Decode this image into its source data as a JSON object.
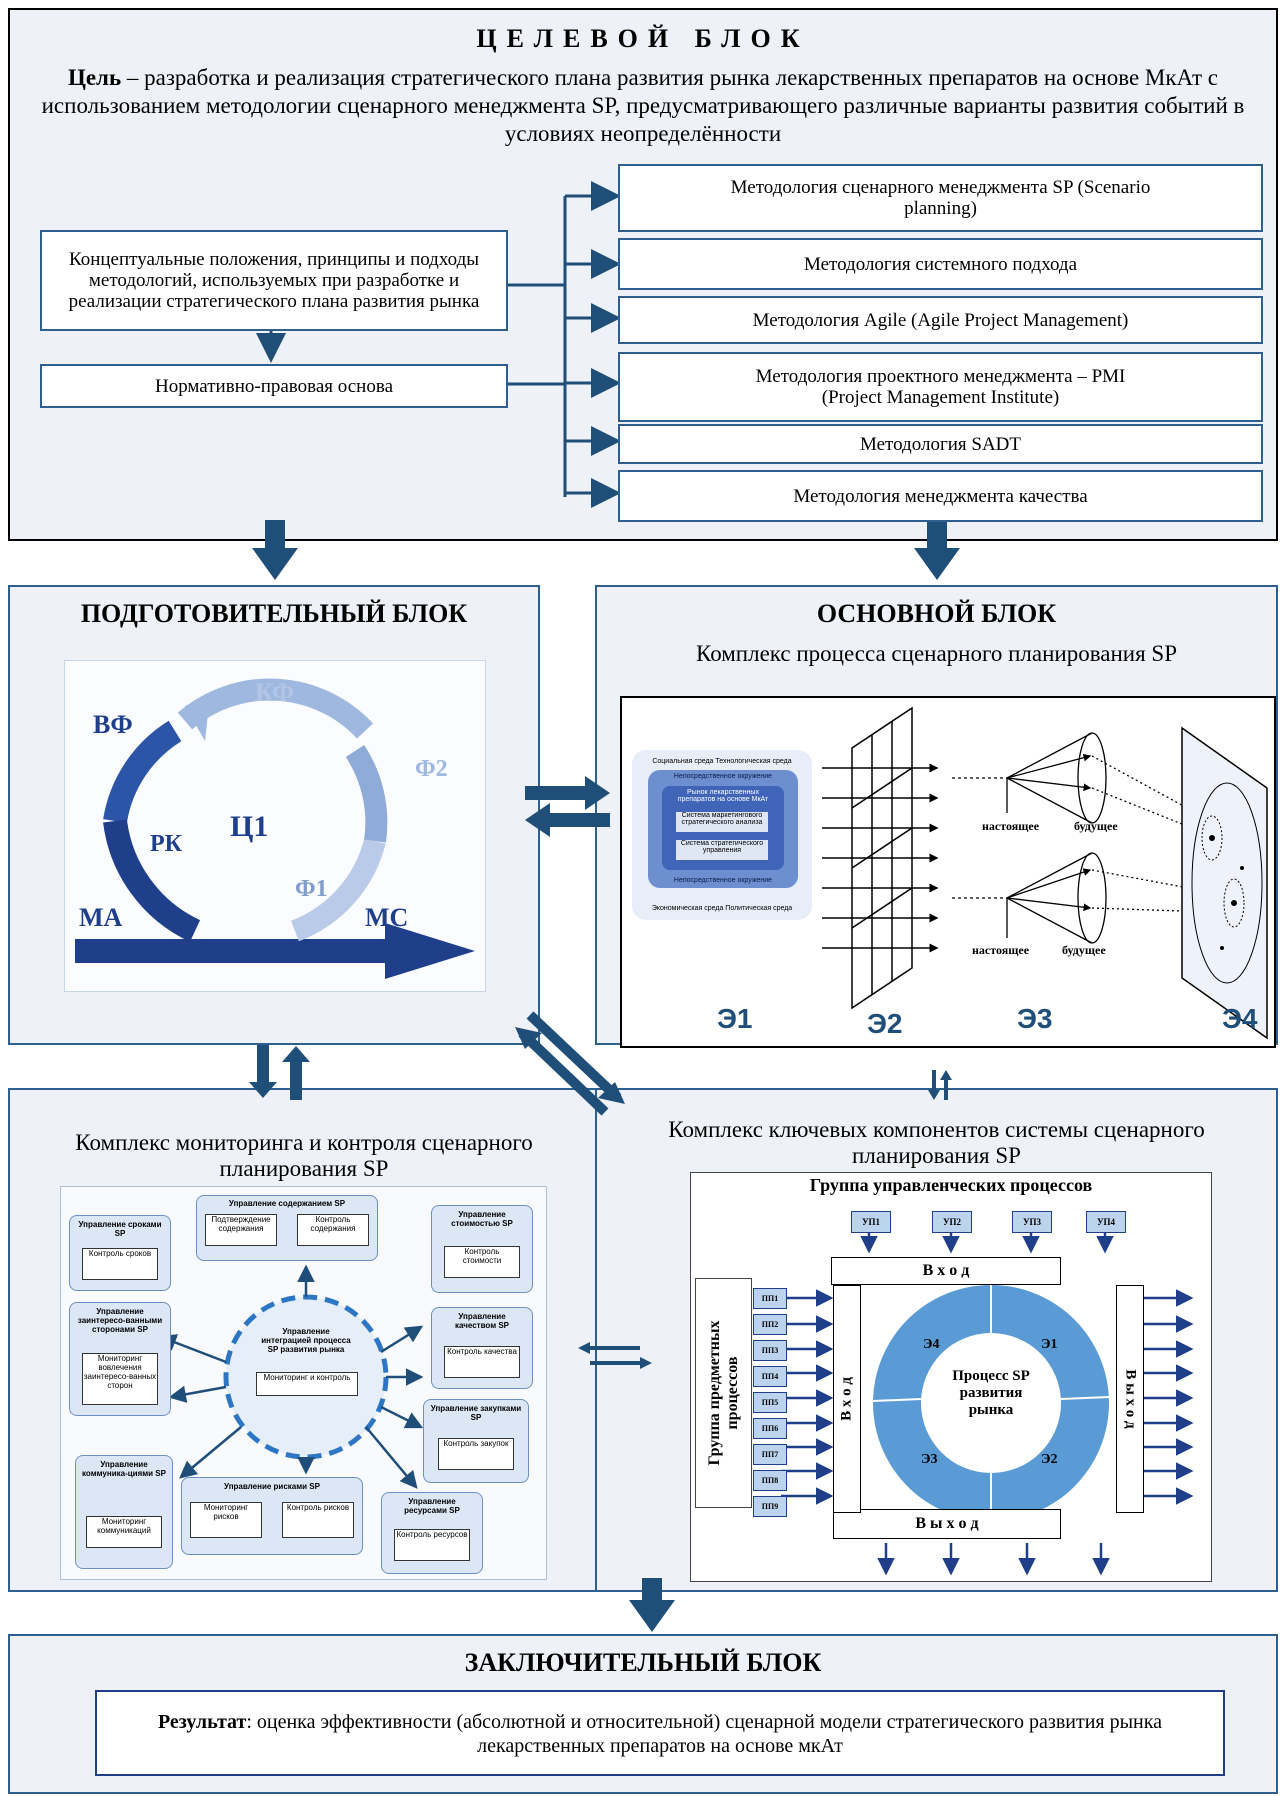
{
  "target_block": {
    "title": "ЦЕЛЕВОЙ БЛОК",
    "goal_label": "Цель",
    "goal_text": " – разработка и реализация стратегического плана развития рынка лекарственных препаратов на основе МкАт с использованием методологии сценарного менеджмента SP, предусматривающего различные варианты развития событий в условиях неопределённости",
    "concept_box": "Концептуальные положения, принципы и подходы методологий, используемых при разработке и реализации стратегического плана развития рынка",
    "legal_box": "Нормативно-правовая основа",
    "methodologies": [
      "Методология сценарного менеджмента SP (Scenario planning)",
      "Методология системного подхода",
      "Методология Agile (Agile Project Management)",
      "Методология проектного менеджмента – PMI (Project Management Institute)",
      "Методология SADT",
      "Методология менеджмента качества"
    ]
  },
  "prep_block": {
    "title": "ПОДГОТОВИТЕЛЬНЫЙ БЛОК",
    "labels": {
      "kf": "КФ",
      "vf": "ВФ",
      "f2": "Ф2",
      "c1": "Ц1",
      "rk": "РК",
      "f1": "Ф1",
      "ma": "МА",
      "ms": "МС"
    }
  },
  "main_block": {
    "title": "ОСНОВНОЙ БЛОК",
    "subtitle": "Комплекс процесса сценарного планирования SP",
    "env": {
      "top": "Социальная среда Технологическая среда",
      "inner_top": "Непосредственное окружение",
      "market": "Рынок лекарственных препаратов на основе МкАт",
      "sys1": "Система маркетингового стратегического анализа",
      "sys2": "Система стратегического управления",
      "inner_bottom": "Непосредственное окружение",
      "bottom": "Экономическая среда Политическая среда"
    },
    "cone_present": "настоящее",
    "cone_future": "будущее",
    "stages": [
      "Э1",
      "Э2",
      "Э3",
      "Э4"
    ]
  },
  "monitor_block": {
    "title": "Комплекс мониторинга и контроля сценарного планирования SP",
    "center_title": "Управление интеграцией процесса SP развития рынка",
    "center_inner": "Мониторинг и контроль",
    "content": {
      "title": "Управление содержанием SP",
      "a": "Подтверждение содержания",
      "b": "Контроль содержания"
    },
    "time": {
      "title": "Управление сроками SP",
      "a": "Контроль сроков"
    },
    "cost": {
      "title": "Управление стоимостью SP",
      "a": "Контроль стоимости"
    },
    "stakeholders": {
      "title": "Управление заинтересо-ванными сторонами SP",
      "a": "Мониторинг вовлечения заинтересо-ванных сторон"
    },
    "quality": {
      "title": "Управление качеством SP",
      "a": "Контроль качества"
    },
    "procurement": {
      "title": "Управление закупками SP",
      "a": "Контроль закупок"
    },
    "communications": {
      "title": "Управление коммуника-циями SP",
      "a": "Мониторинг коммуникаций"
    },
    "risks": {
      "title": "Управление рисками SP",
      "a": "Мониторинг рисков",
      "b": "Контроль рисков"
    },
    "resources": {
      "title": "Управление ресурсами SP",
      "a": "Контроль ресурсов"
    }
  },
  "key_block": {
    "title": "Комплекс ключевых компонентов системы сценарного планирования SP",
    "mgmt_group": "Группа управленческих процессов",
    "up": [
      "УП1",
      "УП2",
      "УП3",
      "УП4"
    ],
    "input": "В х о д",
    "output": "В ы х о д",
    "subject_group": "Группа предметных процессов",
    "pp": [
      "ПП1",
      "ПП2",
      "ПП3",
      "ПП4",
      "ПП5",
      "ПП6",
      "ПП7",
      "ПП8",
      "ПП9"
    ],
    "ring": [
      "Э4",
      "Э1",
      "Э3",
      "Э2"
    ],
    "center": "Процесс SP развития рынка"
  },
  "final_block": {
    "title": "ЗАКЛЮЧИТЕЛЬНЫЙ БЛОК",
    "result_label": "Результат",
    "result_text": ": оценка эффективности (абсолютной и относительной) сценарной модели стратегического развития рынка лекарственных препаратов на основе мкАт"
  },
  "colors": {
    "frame": "#2d5f8f",
    "arrow": "#1f4e79",
    "pale_bg": "#eef2f8",
    "ring": "#5b9bd5"
  }
}
